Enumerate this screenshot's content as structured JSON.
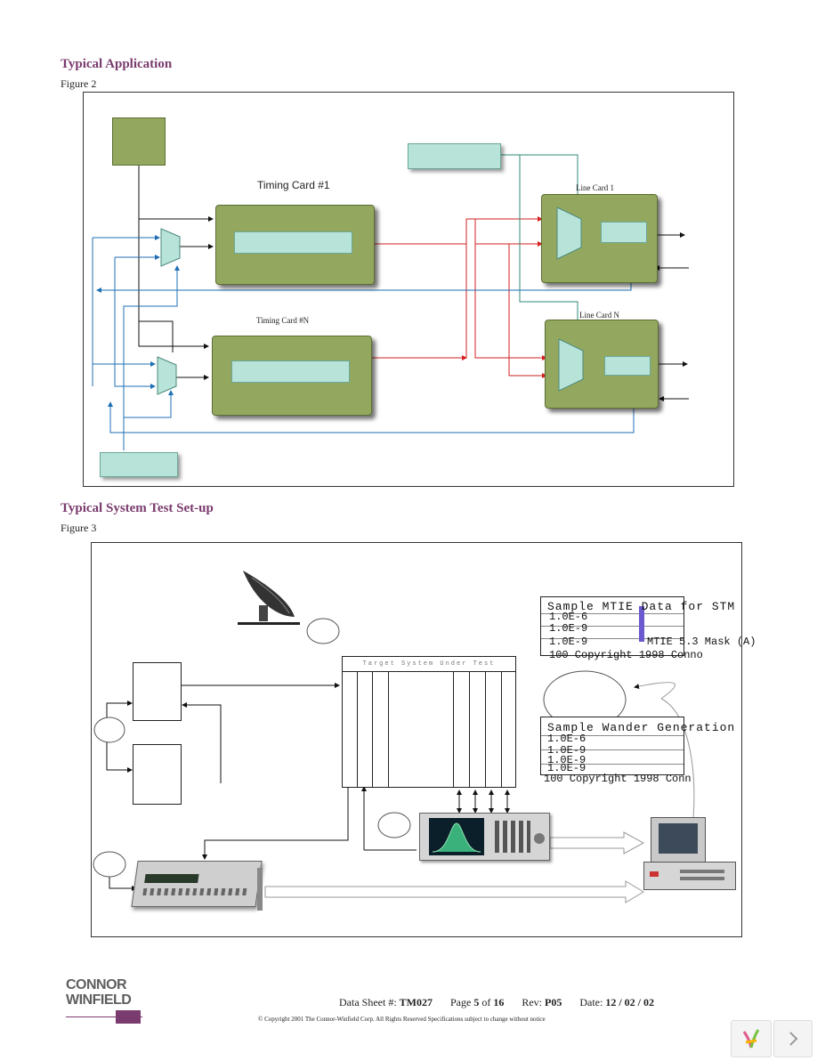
{
  "section1": {
    "title": "Typical Application",
    "figure": "Figure 2"
  },
  "figure2": {
    "timing_card_1": "Timing Card #1",
    "timing_card_n": "Timing Card #N",
    "line_card_1": "Line Card 1",
    "line_card_n": "Line Card N"
  },
  "section2": {
    "title": "Typical System Test Set-up",
    "figure": "Figure 3"
  },
  "figure3": {
    "target_system": "Target System Under Test",
    "chart1_title": "Sample MTIE Data for STM",
    "chart1_rows": [
      "1.0E-6",
      "1.0E-9",
      "1.0E-9",
      "MTIE 5.3 Mask (A)",
      "100 Copyright 1998 Conno"
    ],
    "chart2_title": "Sample Wander Generation",
    "chart2_rows": [
      "1.0E-6",
      "1.0E-9",
      "1.0E-9",
      "1.0E-9",
      "100 Copyright 1998 Conn"
    ]
  },
  "footer": {
    "logo_line1": "CONNOR",
    "logo_line2": "WINFIELD",
    "data_sheet_label": "Data Sheet #:",
    "data_sheet_value": "TM027",
    "page_label": "Page",
    "page_value": "5",
    "page_of": "of",
    "page_total": "16",
    "rev_label": "Rev:",
    "rev_value": "P05",
    "date_label": "Date:",
    "date_value": "12 / 02 / 02",
    "copyright": "© Copyright 2001 The Connor-Winfield Corp.   All Rights Reserved   Specifications subject to change without notice"
  },
  "colors": {
    "title": "#7a3b6e",
    "card_green": "#93a85e",
    "teal": "#b8e3d9",
    "red_line": "#d22222",
    "blue_line": "#1f6fb5"
  }
}
